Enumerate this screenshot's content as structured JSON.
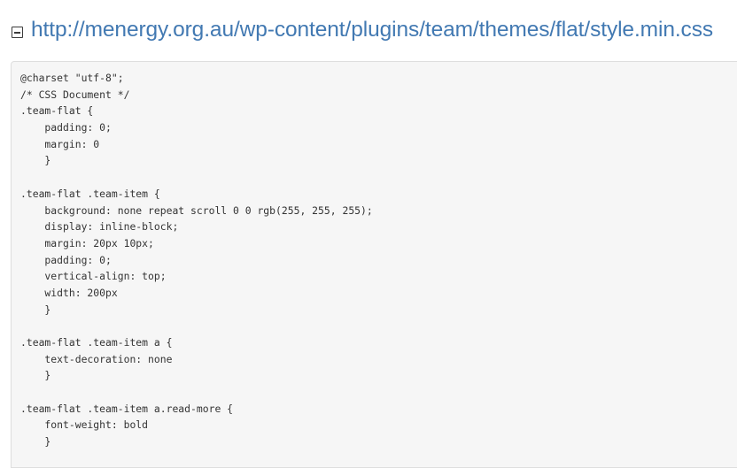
{
  "header": {
    "toggle_icon": "collapse-minus-box-icon",
    "toggle_state": "expanded",
    "url": "http://menergy.org.au/wp-content/plugins/team/themes/flat/style.min.css",
    "link_color": "#4279b2"
  },
  "source": {
    "language": "css",
    "background_color": "#f6f6f6",
    "border_color": "#dedede",
    "text_color": "#333333",
    "lines": [
      "@charset \"utf-8\";",
      "/* CSS Document */",
      ".team-flat {",
      "    padding: 0;",
      "    margin: 0",
      "    }",
      "",
      ".team-flat .team-item {",
      "    background: none repeat scroll 0 0 rgb(255, 255, 255);",
      "    display: inline-block;",
      "    margin: 20px 10px;",
      "    padding: 0;",
      "    vertical-align: top;",
      "    width: 200px",
      "    }",
      "",
      ".team-flat .team-item a {",
      "    text-decoration: none",
      "    }",
      "",
      ".team-flat .team-item a.read-more {",
      "    font-weight: bold",
      "    }"
    ]
  }
}
